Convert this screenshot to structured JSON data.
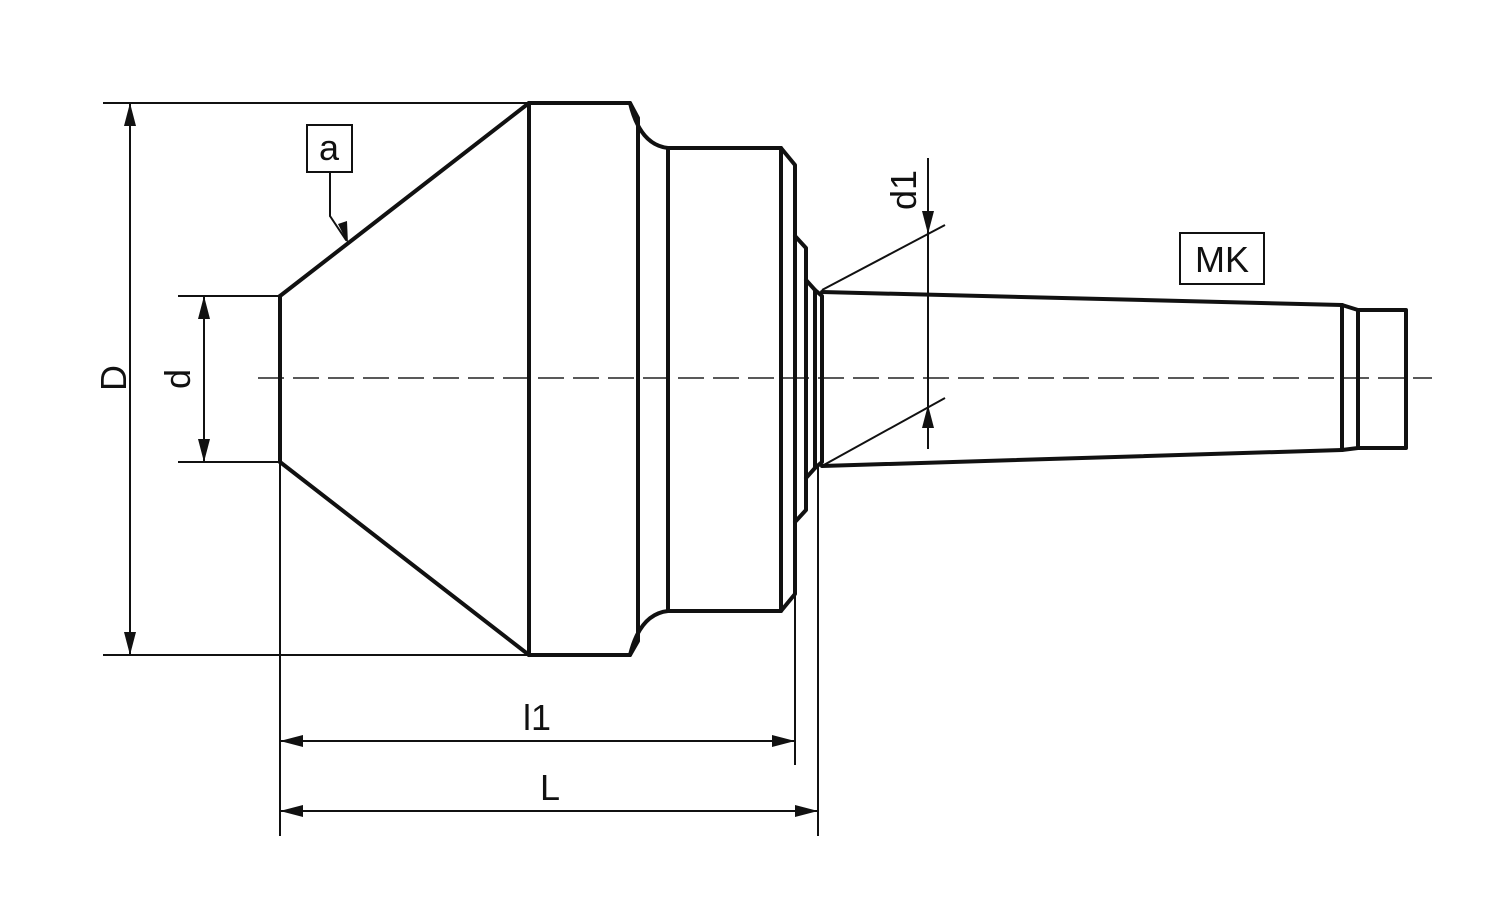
{
  "labels": {
    "diameter_D": "D",
    "diameter_d": "d",
    "diameter_d1": "d1",
    "length_l1": "l1",
    "length_L": "L",
    "angle_a": "a",
    "taper_MK": "MK"
  },
  "colors": {
    "line": "#111111",
    "background": "#ffffff"
  }
}
